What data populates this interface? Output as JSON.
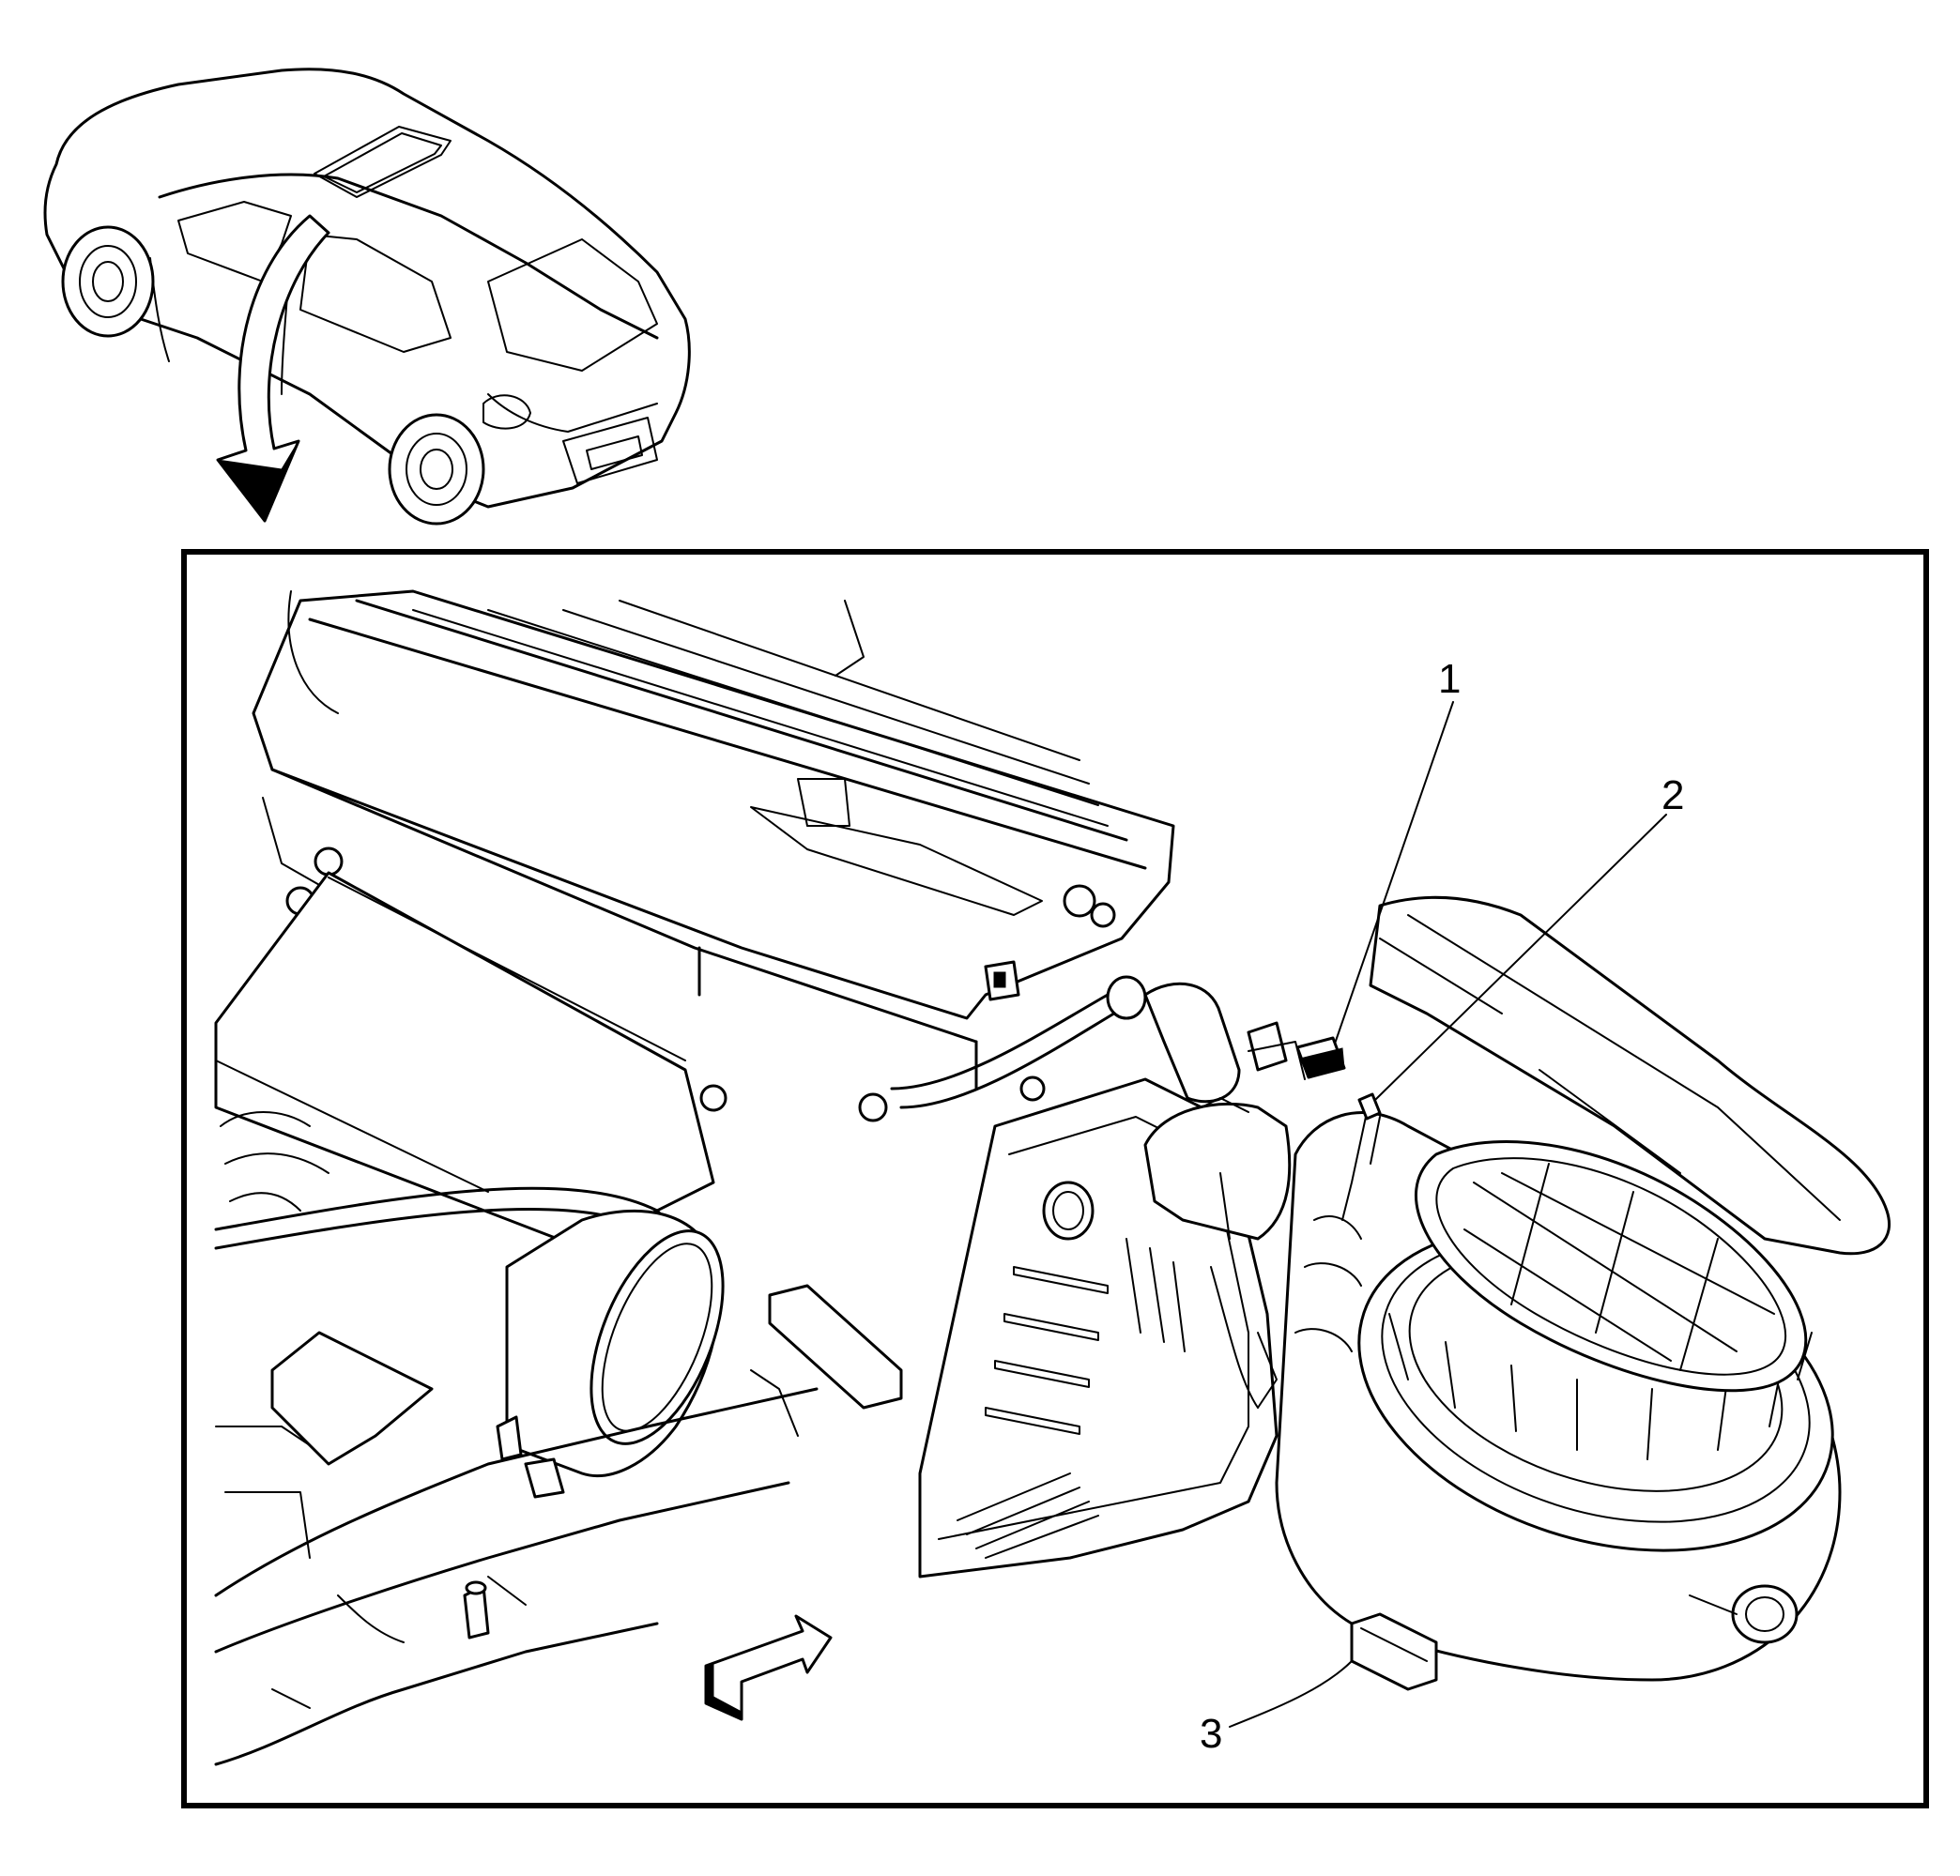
{
  "callouts": [
    {
      "label": "1"
    },
    {
      "label": "2"
    },
    {
      "label": "3"
    }
  ],
  "icons": {
    "vehicle": "car-locator-icon",
    "view_arrow": "curved-view-arrow-icon",
    "direction_arrow": "forward-direction-arrow-icon"
  },
  "colors": {
    "line": "#000000",
    "background": "#ffffff"
  }
}
